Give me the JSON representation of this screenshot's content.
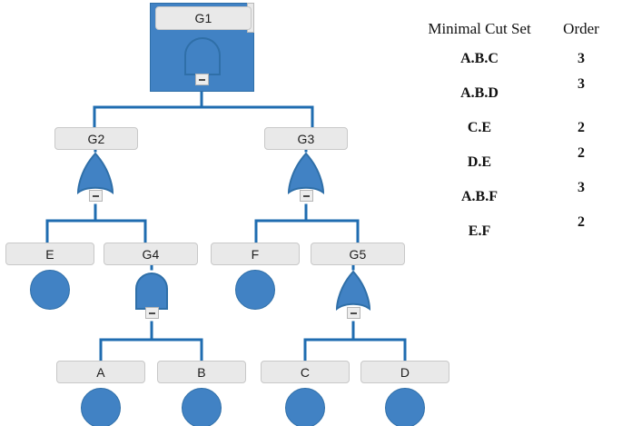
{
  "diagram": {
    "title": "fault-tree",
    "colors": {
      "gate_fill": "#4182c4",
      "gate_stroke": "#2f6fa8",
      "wire": "#1f6cb0",
      "node_fill": "#e9e9e9",
      "node_stroke": "#c8c8c8"
    },
    "nodes": [
      {
        "id": "G1",
        "label": "G1",
        "gate": "and",
        "level": 0,
        "selected": true
      },
      {
        "id": "G2",
        "label": "G2",
        "gate": "or",
        "level": 1,
        "selected": false
      },
      {
        "id": "G3",
        "label": "G3",
        "gate": "or",
        "level": 1,
        "selected": false
      },
      {
        "id": "E",
        "label": "E",
        "gate": "basic",
        "level": 2,
        "selected": false
      },
      {
        "id": "G4",
        "label": "G4",
        "gate": "and",
        "level": 2,
        "selected": false
      },
      {
        "id": "F",
        "label": "F",
        "gate": "basic",
        "level": 2,
        "selected": false
      },
      {
        "id": "G5",
        "label": "G5",
        "gate": "or",
        "level": 2,
        "selected": false
      },
      {
        "id": "A",
        "label": "A",
        "gate": "basic",
        "level": 3,
        "selected": false
      },
      {
        "id": "B",
        "label": "B",
        "gate": "basic",
        "level": 3,
        "selected": false
      },
      {
        "id": "C",
        "label": "C",
        "gate": "basic",
        "level": 3,
        "selected": false
      },
      {
        "id": "D",
        "label": "D",
        "gate": "basic",
        "level": 3,
        "selected": false
      }
    ],
    "edges": [
      {
        "from": "G1",
        "to": "G2"
      },
      {
        "from": "G1",
        "to": "G3"
      },
      {
        "from": "G2",
        "to": "E"
      },
      {
        "from": "G2",
        "to": "G4"
      },
      {
        "from": "G3",
        "to": "F"
      },
      {
        "from": "G3",
        "to": "G5"
      },
      {
        "from": "G4",
        "to": "A"
      },
      {
        "from": "G4",
        "to": "B"
      },
      {
        "from": "G5",
        "to": "C"
      },
      {
        "from": "G5",
        "to": "D"
      }
    ],
    "collapse_toggle_label": "−"
  },
  "cutset_table": {
    "headers": {
      "set": "Minimal Cut Set",
      "order": "Order"
    },
    "rows": [
      {
        "set": "A.B.C",
        "order": "3"
      },
      {
        "set": "A.B.D",
        "order": "3"
      },
      {
        "set": "C.E",
        "order": "2"
      },
      {
        "set": "D.E",
        "order": "2"
      },
      {
        "set": "A.B.F",
        "order": "3"
      },
      {
        "set": "E.F",
        "order": "2"
      }
    ]
  }
}
